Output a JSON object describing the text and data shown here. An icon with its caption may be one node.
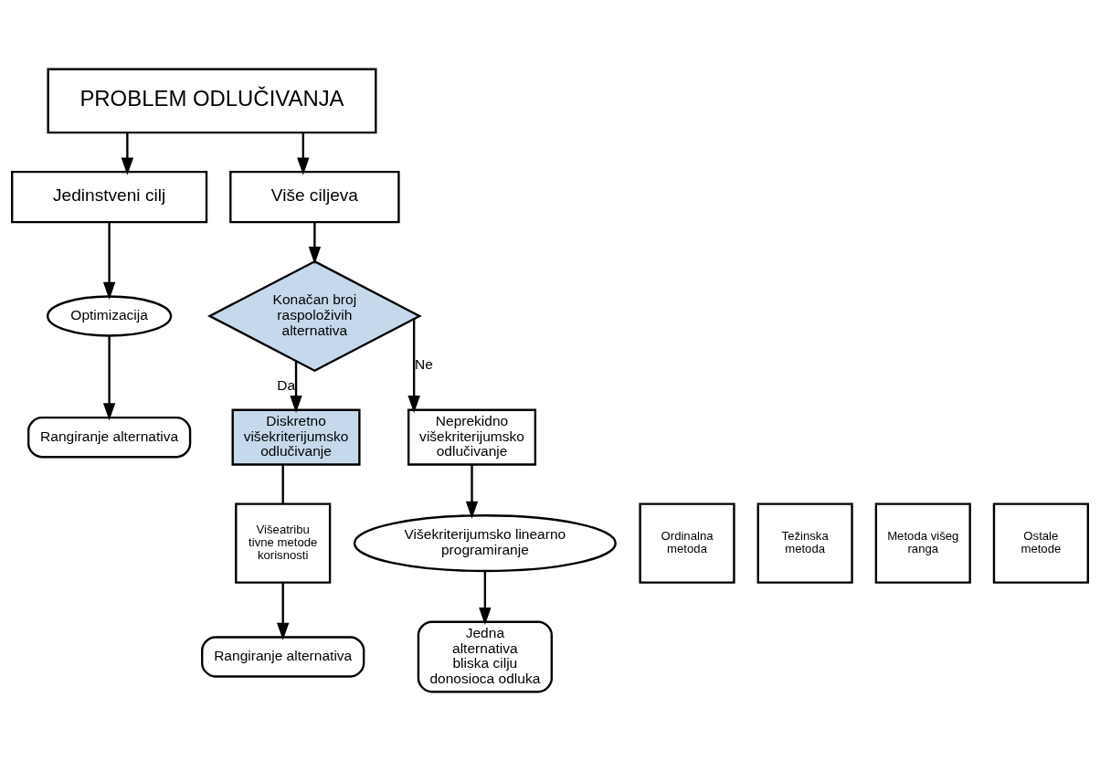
{
  "diagram": {
    "nodes": [
      {
        "text": [
          "PROBLEM ODLUČIVANJA"
        ]
      },
      {
        "text": [
          "Jedinstveni cilj"
        ]
      },
      {
        "text": [
          "Više ciljeva"
        ]
      },
      {
        "text": [
          "Optimizacija"
        ]
      },
      {
        "text": [
          "Rangiranje alternativa"
        ]
      },
      {
        "text": [
          "Konačan broj raspoloživih alternativa"
        ]
      },
      {
        "text": [
          "Diskretno višekriterijumsko odlučivanje"
        ]
      },
      {
        "text": [
          "Neprekidno višekriterijumsko odlučivanje"
        ]
      },
      {
        "text": [
          "Ordinalna metoda"
        ]
      },
      {
        "text": [
          "Težinska metoda"
        ]
      },
      {
        "text": [
          "Višeatribu tivne metode korisnosti"
        ]
      },
      {
        "text": [
          "Metoda višeg ranga"
        ]
      },
      {
        "text": [
          "Ostale metode"
        ]
      },
      {
        "text": [
          "Rangiranje alternativa"
        ]
      },
      {
        "text": [
          "Višekriterijumsko linearno programiranje"
        ]
      },
      {
        "text": [
          "Jedna alternativa bliska cilju donosioca odluka"
        ]
      }
    ],
    "edges": [
      {
        "from": 0,
        "to": 1,
        "arrow": "to"
      },
      {
        "from": 0,
        "to": 2,
        "arrow": "to"
      },
      {
        "from": 1,
        "to": 3,
        "arrow": "to"
      },
      {
        "from": 3,
        "to": 4,
        "arrow": "to"
      },
      {
        "from": 2,
        "to": 5,
        "arrow": "to"
      },
      {
        "from": 5,
        "to": 6,
        "arrow": "to",
        "label": "Da"
      },
      {
        "from": 5,
        "to": 7,
        "arrow": "to",
        "label": "Ne"
      },
      {
        "from": 6,
        "to": 10,
        "arrow": "none"
      },
      {
        "from": 10,
        "to": 13,
        "arrow": "to"
      },
      {
        "from": 7,
        "to": 14,
        "arrow": "to"
      },
      {
        "from": 14,
        "to": 15,
        "arrow": "to"
      }
    ]
  }
}
